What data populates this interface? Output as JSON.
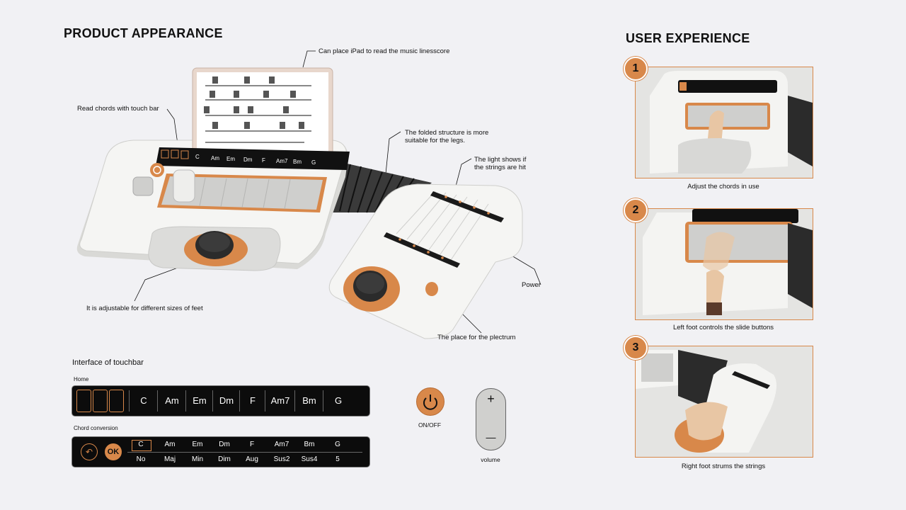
{
  "left_title": "PRODUCT APPEARANCE",
  "right_title": "USER EXPERIENCE",
  "annotations": {
    "ipad": "Can place iPad to read the music linesscore",
    "touchbar": "Read chords with touch bar",
    "folded": "The folded structure is more",
    "folded2": "suitable for the legs.",
    "light": "The light shows if",
    "light2": "the strings are hit",
    "power": "Power",
    "feet": "It is adjustable for different sizes of feet",
    "plectrum": "The place for the plectrum"
  },
  "interface": {
    "title": "Interface of touchbar",
    "home_label": "Home",
    "home_chords": [
      "C",
      "Am",
      "Em",
      "Dm",
      "F",
      "Am7",
      "Bm",
      "G"
    ],
    "conversion_label": "Chord conversion",
    "conv_top": [
      "C",
      "Am",
      "Em",
      "Dm",
      "F",
      "Am7",
      "Bm",
      "G"
    ],
    "conv_bottom": [
      "No",
      "Maj",
      "Min",
      "Dim",
      "Aug",
      "Sus2",
      "Sus4",
      "5"
    ],
    "ok_label": "OK",
    "onoff_label": "ON/OFF",
    "volume_label": "volume",
    "plus": "+",
    "minus": "—"
  },
  "steps": [
    {
      "num": "1",
      "caption": "Adjust the chords in use"
    },
    {
      "num": "2",
      "caption": "Left foot controls the  slide buttons"
    },
    {
      "num": "3",
      "caption": "Right foot strums the strings"
    }
  ],
  "colors": {
    "accent": "#d8884a",
    "bar": "#0c0c0c",
    "body": "#f1f1f4"
  }
}
